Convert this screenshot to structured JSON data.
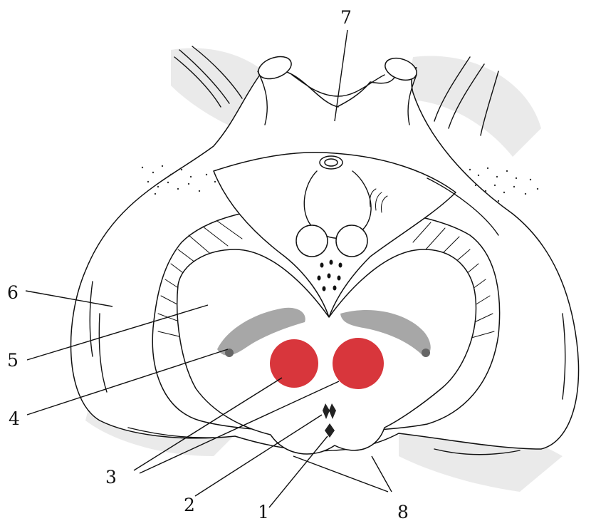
{
  "labels": {
    "l1": "1",
    "l2": "2",
    "l3": "3",
    "l4": "4",
    "l5": "5",
    "l6": "6",
    "l7": "7",
    "l8": "8"
  },
  "colors": {
    "red_nucleus": "#d1131a",
    "substantia_nigra": "#7a7a7a",
    "outline": "#111111",
    "shading": "#d9d9d9"
  }
}
